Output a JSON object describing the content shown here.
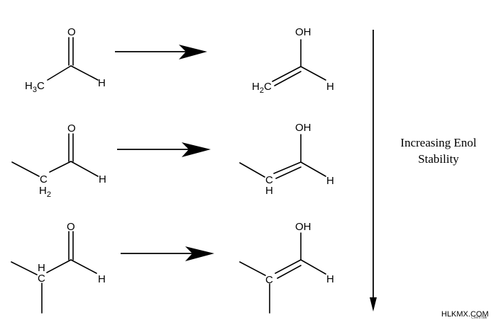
{
  "reactions": [
    {
      "keto": {
        "o": "O",
        "h": "H",
        "c": "H",
        "c_sub": "3",
        "c_tail": "C"
      },
      "enol": {
        "oh": "OH",
        "h": "H",
        "c": "H",
        "c_sub": "2",
        "c_tail": "C"
      }
    },
    {
      "keto": {
        "o": "O",
        "h": "H",
        "ch2": "H",
        "ch2_sub": "2",
        "c": "C"
      },
      "enol": {
        "oh": "OH",
        "h": "H",
        "c": "C",
        "ch": "H"
      }
    },
    {
      "keto": {
        "o": "O",
        "h": "H",
        "c": "C",
        "ch": "H"
      },
      "enol": {
        "oh": "OH",
        "h": "H",
        "c": "C"
      }
    }
  ],
  "trend_label": {
    "line1": "Increasing Enol",
    "line2": "Stability"
  },
  "watermark": {
    "text": "HLKMX.COM",
    "small": "ChemTalk"
  },
  "colors": {
    "ink": "#000000",
    "background": "#ffffff"
  }
}
